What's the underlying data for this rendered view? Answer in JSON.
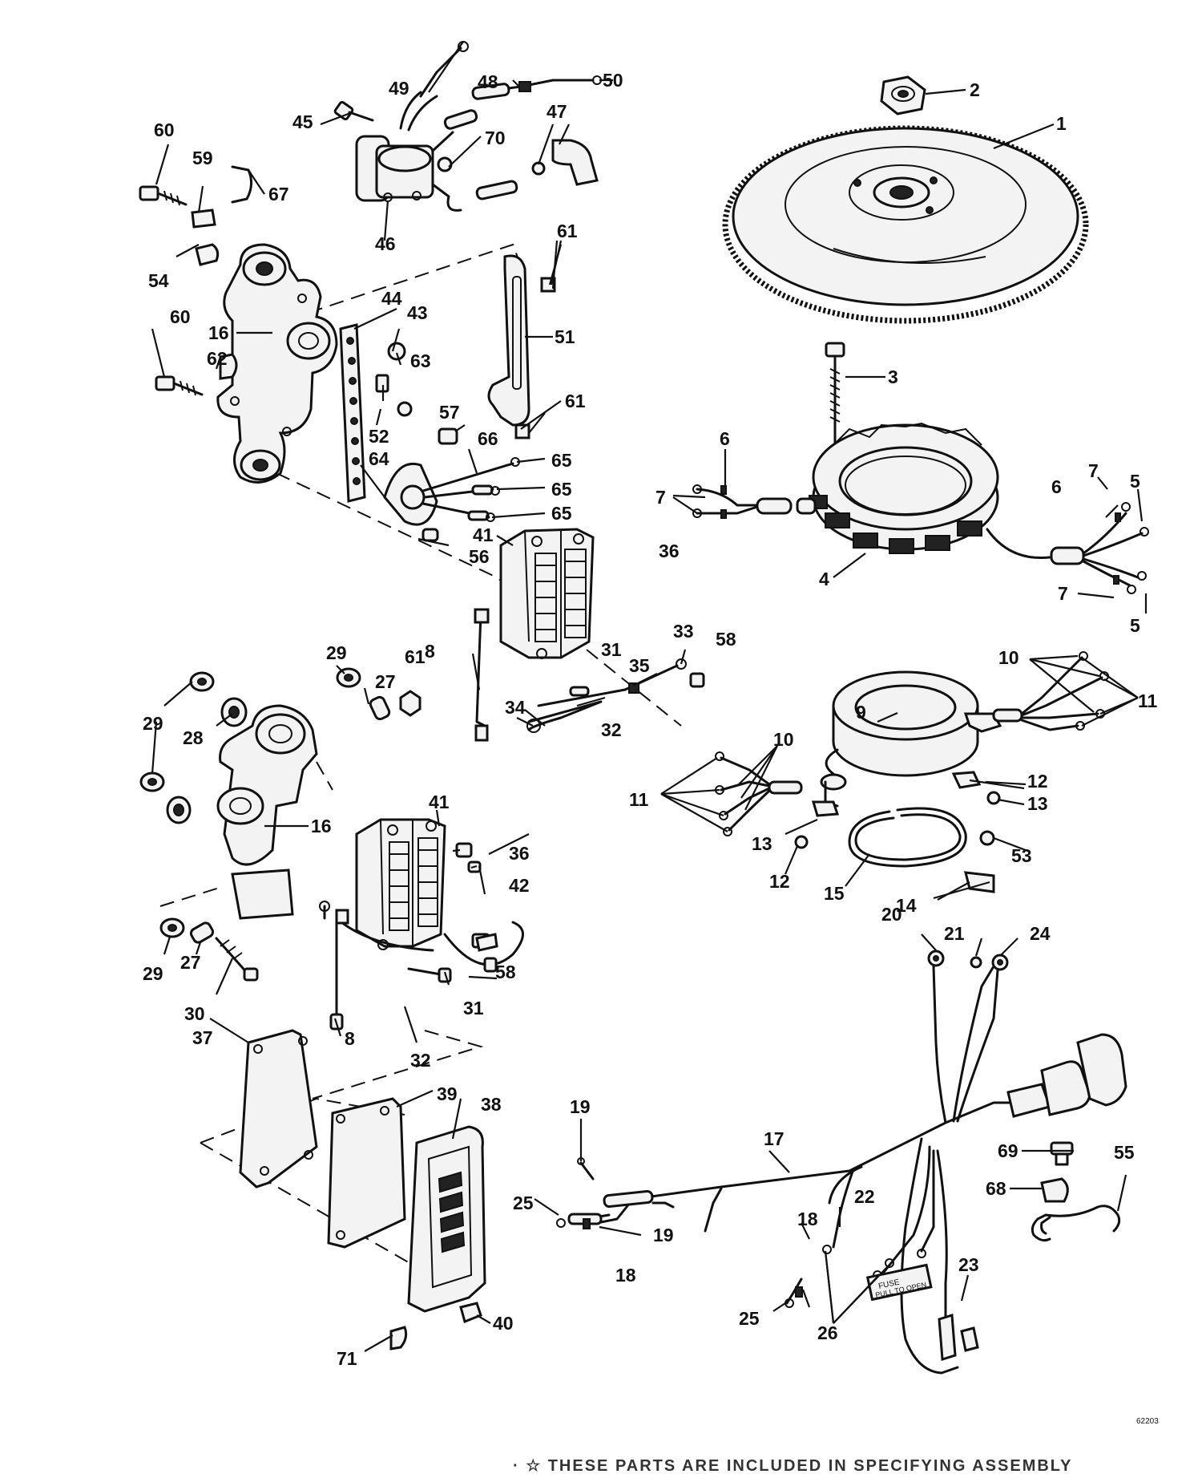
{
  "diagram": {
    "drawing_number": "62203",
    "footer_note": "· ☆ THESE PARTS ARE INCLUDED IN SPECIFYING ASSEMBLY",
    "fuse_label": "FUSE",
    "fuse_sublabel": "PULL TO OPEN",
    "callouts": {
      "c1": "1",
      "c2": "2",
      "c3": "3",
      "c4": "4",
      "c5a": "5",
      "c5b": "5",
      "c6a": "6",
      "c6b": "6",
      "c7a": "7",
      "c7b": "7",
      "c7c": "7",
      "c8a": "8",
      "c8b": "8",
      "c9": "9",
      "c10a": "10",
      "c10b": "10",
      "c11a": "11",
      "c11b": "11",
      "c12a": "12",
      "c12b": "12",
      "c13a": "13",
      "c13b": "13",
      "c14": "14",
      "c15": "15",
      "c16a": "16",
      "c16b": "16",
      "c17": "17",
      "c18a": "18",
      "c18b": "18",
      "c19a": "19",
      "c19b": "19",
      "c20": "20",
      "c21": "21",
      "c22": "22",
      "c23": "23",
      "c24": "24",
      "c25a": "25",
      "c25b": "25",
      "c26": "26",
      "c27a": "27",
      "c27b": "27",
      "c28": "28",
      "c29a": "29",
      "c29b": "29",
      "c29c": "29",
      "c30": "30",
      "c31a": "31",
      "c31b": "31",
      "c32a": "32",
      "c32b": "32",
      "c33": "33",
      "c34": "34",
      "c35": "35",
      "c36a": "36",
      "c36b": "36",
      "c37": "37",
      "c38": "38",
      "c39": "39",
      "c40": "40",
      "c41a": "41",
      "c41b": "41",
      "c42": "42",
      "c43": "43",
      "c44": "44",
      "c45": "45",
      "c46": "46",
      "c47": "47",
      "c48": "48",
      "c49": "49",
      "c50": "50",
      "c51": "51",
      "c52": "52",
      "c53": "53",
      "c54": "54",
      "c55": "55",
      "c56": "56",
      "c57": "57",
      "c58a": "58",
      "c58b": "58",
      "c59": "59",
      "c60a": "60",
      "c60b": "60",
      "c61a": "61",
      "c61b": "61",
      "c61c": "61",
      "c62": "62",
      "c63": "63",
      "c64": "64",
      "c65a": "65",
      "c65b": "65",
      "c65c": "65",
      "c66": "66",
      "c67": "67",
      "c68": "68",
      "c69": "69",
      "c70": "70",
      "c71": "71"
    }
  }
}
